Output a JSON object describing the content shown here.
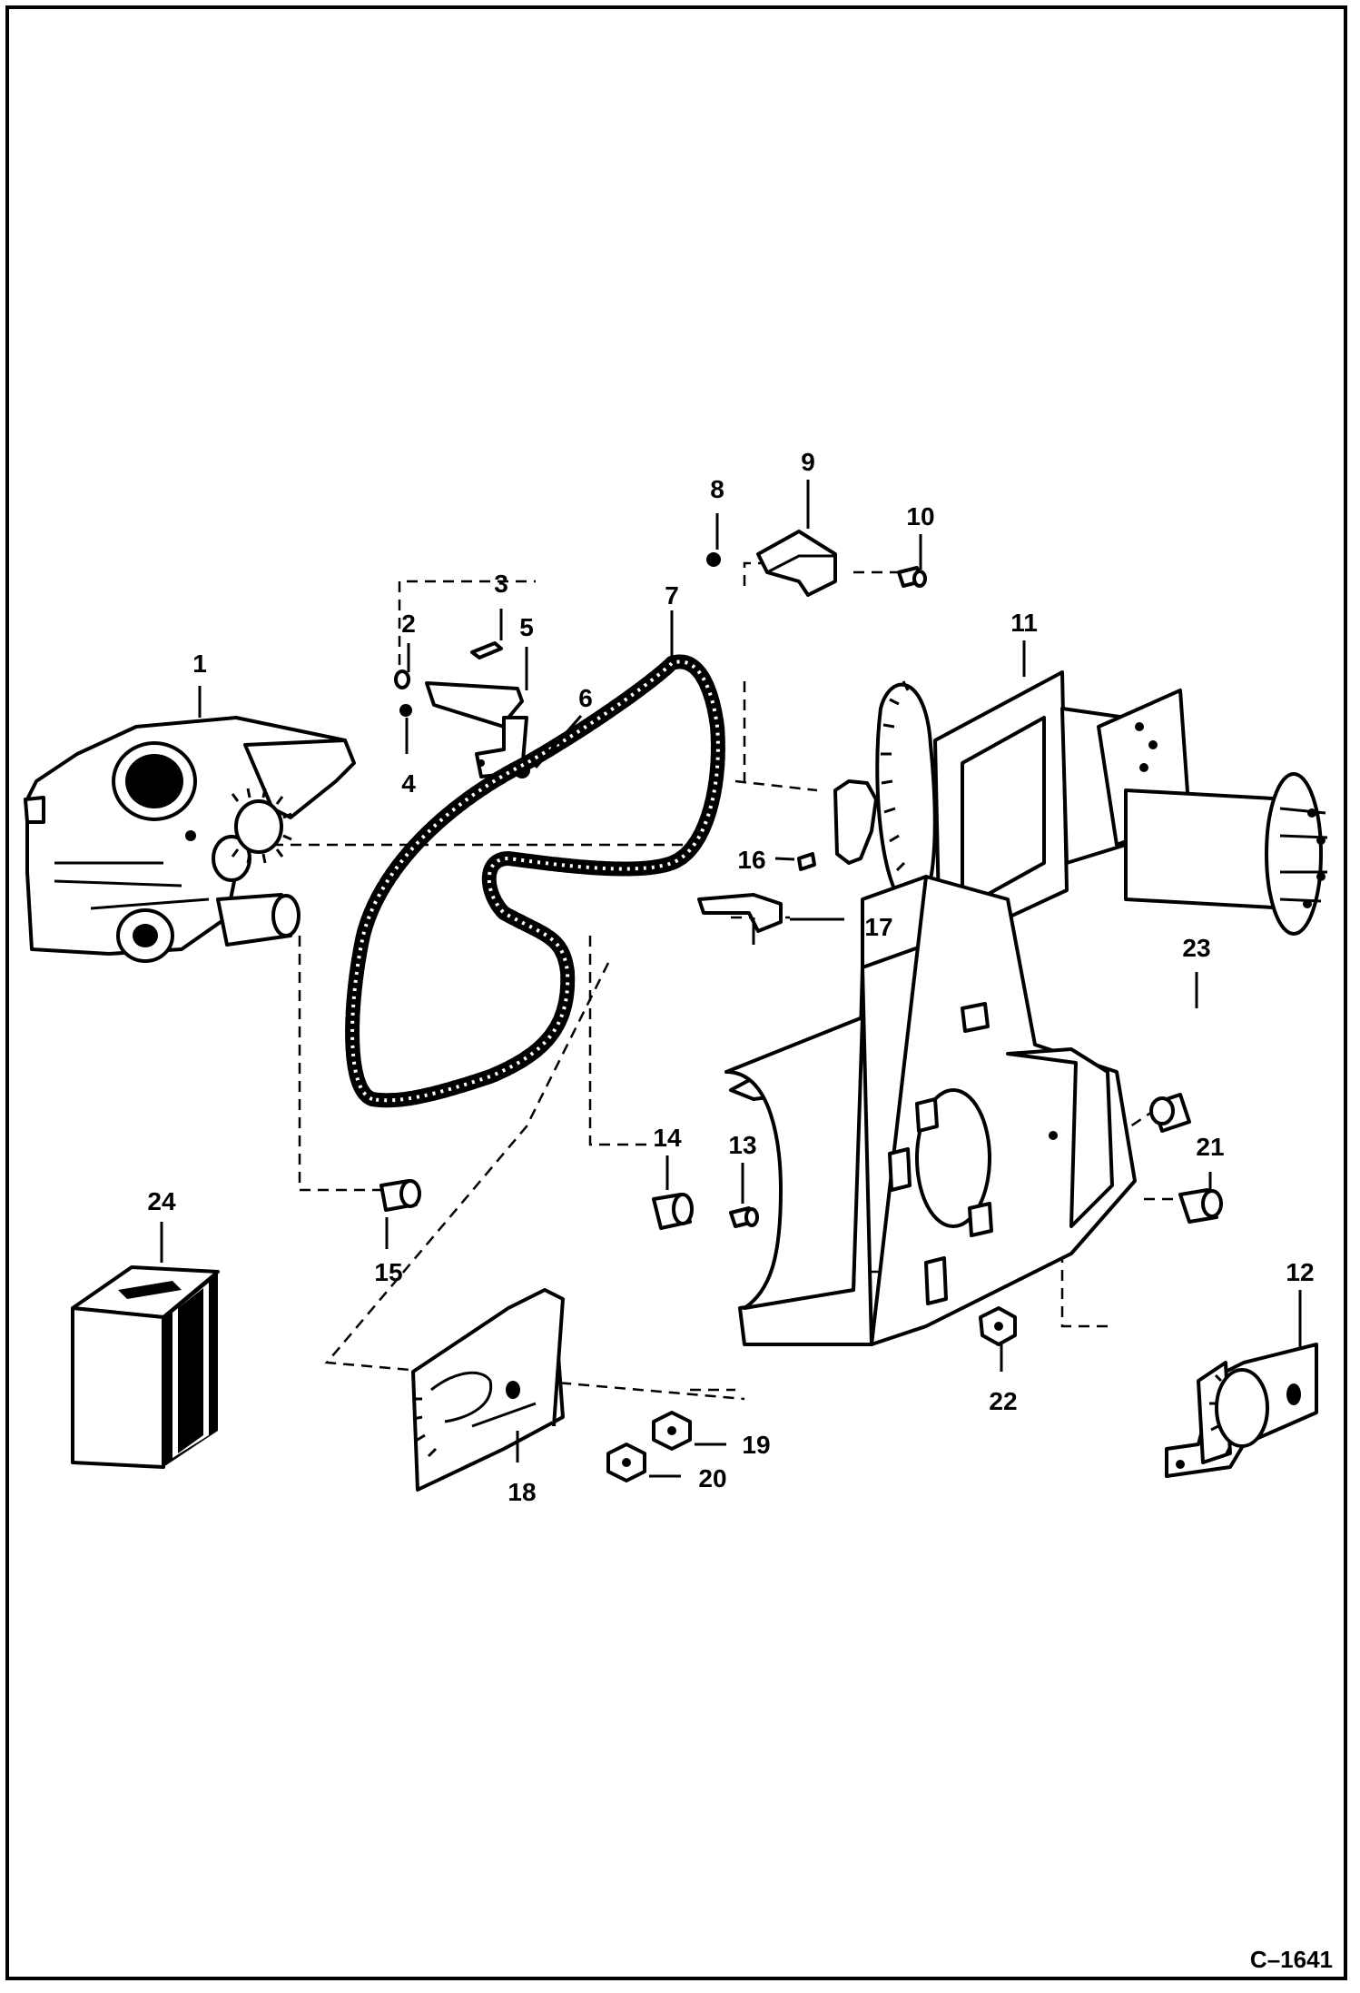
{
  "figure": {
    "drawing_code": "C–1641",
    "callouts": [
      "1",
      "2",
      "3",
      "4",
      "5",
      "6",
      "7",
      "8",
      "9",
      "10",
      "11",
      "12",
      "13",
      "14",
      "15",
      "16",
      "17",
      "18",
      "19",
      "20",
      "21",
      "22",
      "23",
      "24"
    ]
  }
}
